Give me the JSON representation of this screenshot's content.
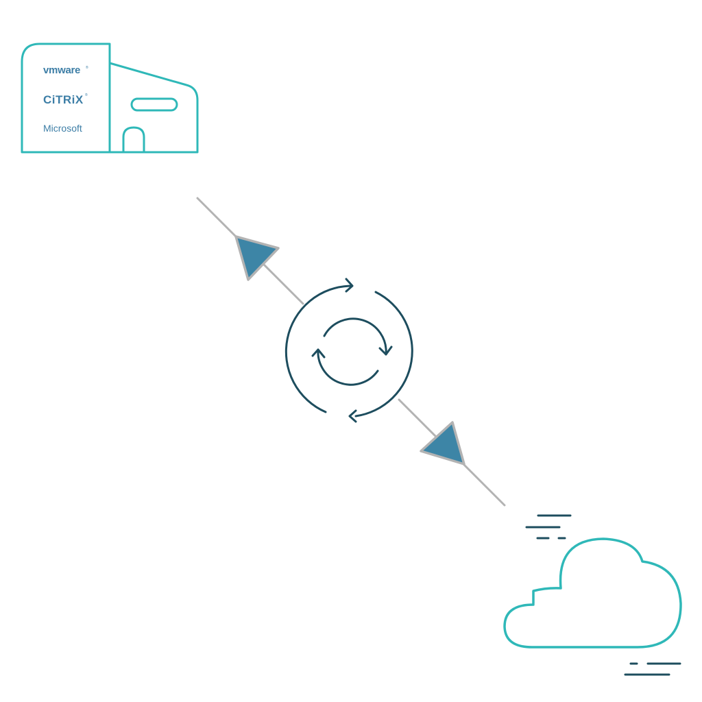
{
  "vendors": {
    "vmware": "vmware",
    "citrix": "CiTRiX",
    "microsoft": "Microsoft"
  },
  "colors": {
    "teal": "#2fb8b8",
    "navy": "#1d4d5e",
    "arrow_fill": "#3d85a6",
    "connector": "#b3b3b3",
    "vendor_text": "#3d7ea6"
  },
  "icons": {
    "datacenter": "building-icon",
    "sync": "sync-icon",
    "cloud": "cloud-icon"
  }
}
